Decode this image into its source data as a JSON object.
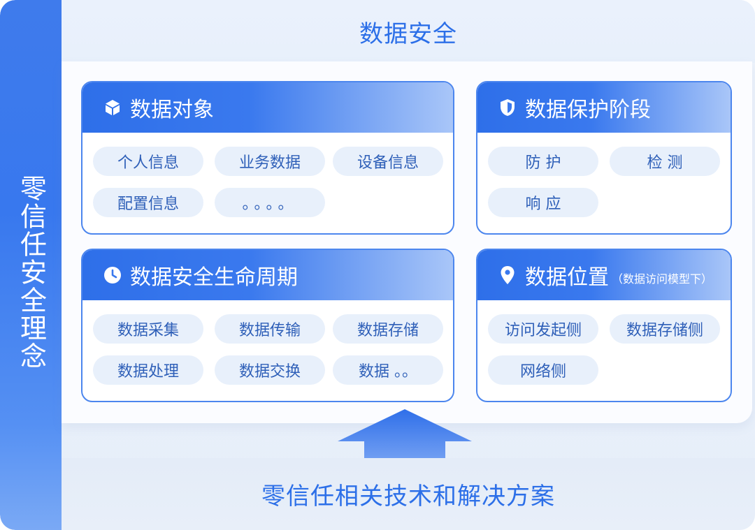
{
  "sidebar": {
    "title": "零信任安全理念"
  },
  "header": {
    "title": "数据安全"
  },
  "cards": {
    "objects": {
      "title": "数据对象",
      "icon": "cube-icon",
      "items": [
        "个人信息",
        "业务数据",
        "设备信息",
        "配置信息",
        "。。。。"
      ]
    },
    "protection": {
      "title": "数据保护阶段",
      "icon": "shield-icon",
      "items": [
        "防 护",
        "检 测",
        "响 应"
      ]
    },
    "lifecycle": {
      "title": "数据安全生命周期",
      "icon": "clock-icon",
      "items": [
        "数据采集",
        "数据传输",
        "数据存储",
        "数据处理",
        "数据交换",
        "数据 。。"
      ]
    },
    "location": {
      "title": "数据位置",
      "subtitle": "（数据访问模型下）",
      "icon": "location-pin-icon",
      "items": [
        "访问发起侧",
        "数据存储侧",
        "网络侧"
      ]
    }
  },
  "footer": {
    "title": "零信任相关技术和解决方案"
  },
  "colors": {
    "primary": "#2e6fe9",
    "pill_bg": "#e8f0fb",
    "pill_text": "#2e5fb8"
  }
}
